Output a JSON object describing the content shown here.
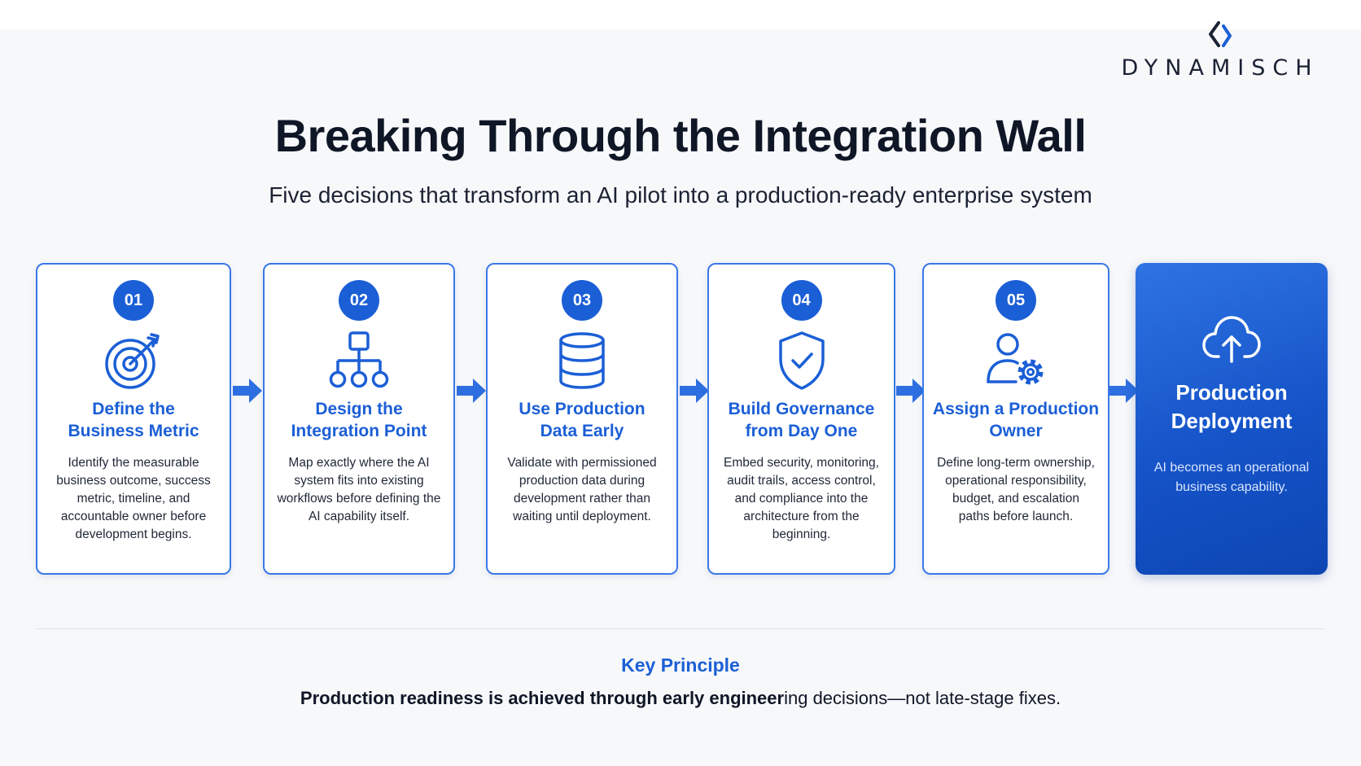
{
  "brand": {
    "name": "DYNAMISCH",
    "accent": "#1b5fd6"
  },
  "header": {
    "title": "Breaking Through the Integration Wall",
    "subtitle": "Five decisions that transform an AI pilot into a production-ready enterprise system"
  },
  "steps": [
    {
      "number": "01",
      "icon": "target-arrow-icon",
      "title_line1": "Define the",
      "title_line2": "Business Metric",
      "description": "Identify the measurable business outcome, success metric, timeline, and accountable owner before development begins."
    },
    {
      "number": "02",
      "icon": "hierarchy-icon",
      "title_line1": "Design the",
      "title_line2": "Integration Point",
      "description": "Map exactly where the AI system fits into existing workflows before defining the AI capability itself."
    },
    {
      "number": "03",
      "icon": "database-icon",
      "title_line1": "Use Production",
      "title_line2": "Data Early",
      "description": "Validate with permissioned production data during development rather than waiting until deployment."
    },
    {
      "number": "04",
      "icon": "shield-check-icon",
      "title_line1": "Build Governance",
      "title_line2": "from Day One",
      "description": "Embed security, monitoring, audit trails, access control, and compliance into the architecture from the beginning."
    },
    {
      "number": "05",
      "icon": "user-gear-icon",
      "title_line1": "Assign a Production",
      "title_line2": "Owner",
      "description": "Define long-term ownership, operational responsibility, budget, and escalation paths before launch."
    }
  ],
  "outcome": {
    "icon": "cloud-upload-icon",
    "title_line1": "Production",
    "title_line2": "Deployment",
    "description": "AI becomes an operational business capability."
  },
  "principle": {
    "heading": "Key Principle",
    "text_bold": "Production readiness is achieved through early engineer",
    "text_regular": "ing decisions—not late-stage fixes."
  }
}
